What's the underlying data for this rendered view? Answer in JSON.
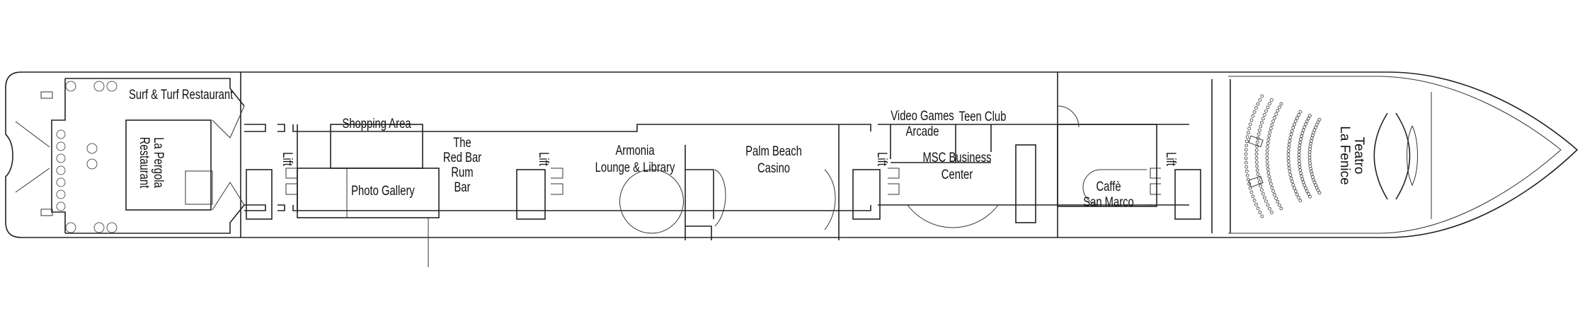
{
  "deck_plan": {
    "venues": {
      "surf_turf": "Surf & Turf Restaurant",
      "la_pergola_1": "La Pergola",
      "la_pergola_2": "Restaurant",
      "shopping_area": "Shopping Area",
      "photo_gallery": "Photo Gallery",
      "red_bar_1": "The",
      "red_bar_2": "Red Bar",
      "red_bar_3": "Rum",
      "red_bar_4": "Bar",
      "armonia_1": "Armonia",
      "armonia_2": "Lounge & Library",
      "casino_1": "Palm Beach",
      "casino_2": "Casino",
      "video_games_1": "Video Games",
      "video_games_2": "Arcade",
      "teen_club": "Teen Club",
      "business_1": "MSC Business",
      "business_2": "Center",
      "caffe_1": "Caffè",
      "caffe_2": "San Marco",
      "teatro_1": "Teatro",
      "teatro_2": "La Fenice"
    },
    "lifts": [
      "Lift",
      "Lift",
      "Lift",
      "Lift"
    ],
    "colors": {
      "line": "#222222",
      "background": "#ffffff"
    }
  }
}
